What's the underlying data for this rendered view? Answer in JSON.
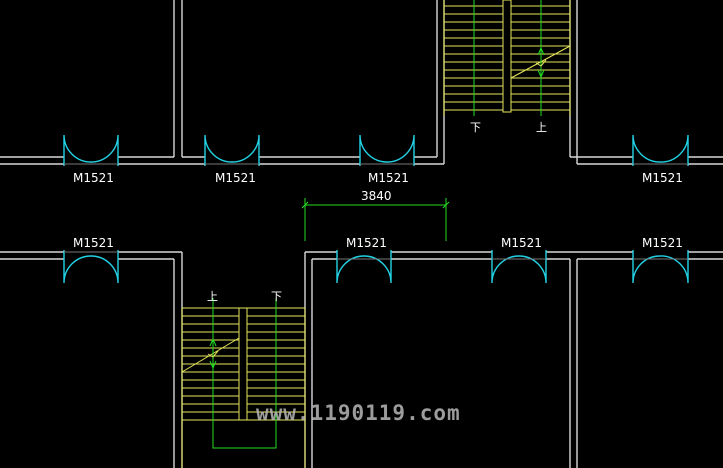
{
  "colors": {
    "background": "#000000",
    "wall": "#d8d8d8",
    "door": "#22d3e6",
    "stair": "#e6e65a",
    "dimension": "#22dd22",
    "text": "#ffffff",
    "watermark": "#b8b8b8"
  },
  "door_label": "M1521",
  "dimension_label": "3840",
  "stair_up": "上",
  "stair_down": "下",
  "watermark": "www.1190119.com"
}
